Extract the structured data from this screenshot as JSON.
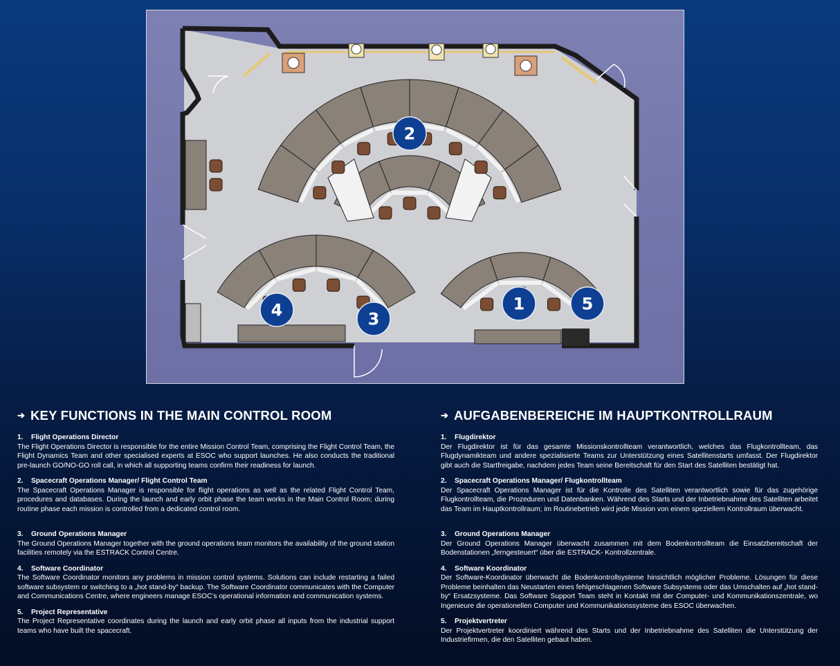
{
  "markers": [
    "1",
    "2",
    "3",
    "4",
    "5"
  ],
  "colors": {
    "marker": "#0d3f93",
    "floor": "#cfd0d4",
    "wall": "#1c1c1c",
    "console": "#8a8178",
    "chair": "#7a4d34"
  },
  "en": {
    "heading": "KEY FUNCTIONS IN THE MAIN CONTROL ROOM",
    "items": [
      {
        "num": "1.",
        "title": "Flight Operations Director",
        "body": "The Flight Operations Director is responsible for the entire Mission Control Team, comprising the Flight Control Team, the Flight Dynamics Team and other specialised experts at ESOC who support launches. He also conducts the traditional pre-launch GO/NO-GO roll call, in which all supporting teams confirm their readiness for launch."
      },
      {
        "num": "2.",
        "title": "Spacecraft Operations Manager/ Flight Control Team",
        "body": "The Spacecraft Operations Manager is responsible for flight operations as well as the related Flight Control Team, procedures and databases. During the launch and early orbit phase the team works in the Main Control Room; during routine phase each mission is controlled from a dedicated control room."
      },
      {
        "num": "3.",
        "title": "Ground Operations Manager",
        "body": "The Ground Operations Manager together with the ground operations team monitors the availability of the ground station facilities remotely via the ESTRACK Control Centre."
      },
      {
        "num": "4.",
        "title": "Software Coordinator",
        "body": "The Software Coordinator monitors any problems in mission control systems. Solutions can include restarting a failed software subsystem or switching to a „hot stand-by“ backup. The Software Coordinator communicates with the Computer and Communications Centre, where engineers manage ESOC’s operational information and communication systems."
      },
      {
        "num": "5.",
        "title": "Project Representative",
        "body": "The Project Representative coordinates during the launch and early orbit phase all inputs from the industrial support teams who have built the spacecraft."
      }
    ]
  },
  "de": {
    "heading": "AUFGABENBEREICHE IM HAUPTKONTROLLRAUM",
    "items": [
      {
        "num": "1.",
        "title": "Flugdirektor",
        "body": "Der Flugdirektor ist für das gesamte Missionskontrollteam verantwortlich, welches das Flugkontrollteam, das Flugdynamikteam und andere spezialisierte Teams zur Unterstützung eines Satellitenstarts umfasst. Der Flugdirektor gibt auch die Startfreigabe, nachdem jedes Team seine Bereitschaft für den Start des Satelliten bestätigt hat."
      },
      {
        "num": "2.",
        "title": "Spacecraft Operations Manager/ Flugkontrollteam",
        "body": "Der Spacecraft Operations Manager ist für die Kontrolle des Satelliten verantwortlich sowie für das zugehörige Flugkontrollteam, die Prozeduren und Datenbanken. Während des Starts und der Inbetriebnahme des Satelliten arbeitet das Team im Hauptkontrollraum; im Routinebetrieb wird jede Mission von einem speziellem Kontrollraum überwacht."
      },
      {
        "num": "3.",
        "title": "Ground Operations Manager",
        "body": "Der Ground Operations Manager überwacht zusammen mit dem Bodenkontrollteam die Einsatzbereitschaft der Bodenstationen „ferngesteuert“ über die ESTRACK- Kontrollzentrale."
      },
      {
        "num": "4.",
        "title": "Software Koordinator",
        "body": "Der Software-Koordinator überwacht die Bodenkontrollsysteme hinsichtlich möglicher Probleme. Lösungen für diese Probleme beinhalten das Neustarten eines fehlgeschlagenen Software Subsystems oder das Umschalten auf „hot stand-by“ Ersatzsysteme. Das Software Support Team steht in Kontakt mit der Computer- und Kommunikationszentrale, wo Ingenieure die operationellen Computer und Kommunikationssysteme des ESOC überwachen."
      },
      {
        "num": "5.",
        "title": "Projektvertreter",
        "body": "Der Projektvertreter koordiniert während des Starts und der Inbetriebnahme des Satelliten die Unterstützung der Industriefirmen, die den Satelliten gebaut haben."
      }
    ]
  }
}
